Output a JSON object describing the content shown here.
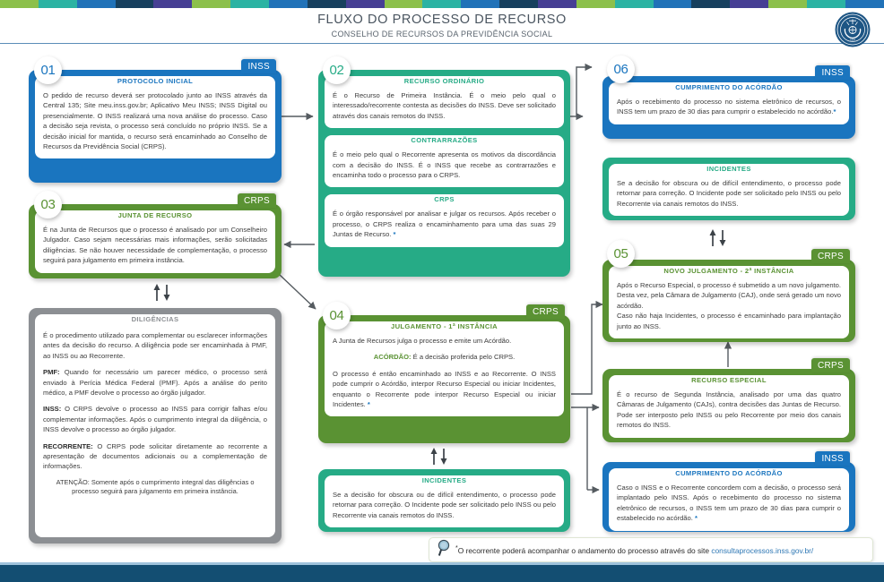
{
  "header": {
    "title": "FLUXO DO PROCESSO DE RECURSO",
    "subtitle": "CONSELHO DE RECURSOS DA PREVIDÊNCIA SOCIAL",
    "logo_icon": "crps-seal-logo"
  },
  "colors": {
    "blue": "#1a75bf",
    "teal": "#26ab86",
    "green": "#5a9233",
    "gray": "#8c8f93",
    "dark_navy": "#134e72",
    "link": "#2f78b5"
  },
  "top_stripe": [
    "#8cc04b",
    "#2bb3a3",
    "#2172b8",
    "#17405e",
    "#463f94",
    "#8cc04b",
    "#2bb3a3",
    "#2172b8",
    "#17405e",
    "#463f94",
    "#8cc04b",
    "#2bb3a3",
    "#2172b8",
    "#17405e",
    "#463f94",
    "#8cc04b",
    "#2bb3a3",
    "#2172b8",
    "#17405e",
    "#463f94",
    "#8cc04b",
    "#2bb3a3",
    "#2172b8"
  ],
  "steps": {
    "s01": {
      "number": "01",
      "org": "INSS",
      "color": "blue",
      "panels": [
        {
          "title": "PROTOCOLO INICIAL",
          "paragraphs": [
            "O pedido de recurso deverá ser protocolado junto ao INSS através da Central 135; Site meu.inss.gov.br; Aplicativo Meu INSS; INSS Digital ou presencialmente. O INSS realizará uma nova análise do processo. Caso a decisão seja revista, o processo será concluído no próprio INSS. Se a decisão inicial for mantida, o recurso será encaminhado ao Conselho de Recursos da Previdência Social (CRPS)."
          ]
        }
      ]
    },
    "s02": {
      "number": "02",
      "org": "",
      "color": "teal",
      "panels": [
        {
          "title": "RECURSO ORDINÁRIO",
          "paragraphs": [
            "É o Recurso de Primeira Instância. É o meio pelo qual o interessado/recorrente contesta as decisões do INSS. Deve ser solicitado através dos canais remotos do INSS."
          ]
        },
        {
          "title": "CONTRARRAZÕES",
          "paragraphs": [
            "É o meio pelo qual o Recorrente apresenta os motivos da discordância com a decisão do INSS. É o INSS que recebe as contrarrazões e encaminha todo o processo para o CRPS."
          ]
        },
        {
          "title": "CRPS",
          "paragraphs": [
            "É o órgão responsável por analisar e julgar os recursos. Após receber o processo, o CRPS realiza o encaminhamento para uma das suas 29 Juntas de Recurso. *"
          ]
        }
      ]
    },
    "s03": {
      "number": "03",
      "org": "CRPS",
      "color": "green",
      "panels": [
        {
          "title": "JUNTA DE RECURSO",
          "paragraphs": [
            "É na Junta de Recursos que o processo é analisado por um Conselheiro Julgador. Caso sejam necessárias mais informações, serão solicitadas diligências. Se não houver necessidade de complementação, o processo seguirá para julgamento em primeira instância."
          ]
        }
      ]
    },
    "diligencias": {
      "number": "",
      "org": "",
      "color": "gray",
      "panels": [
        {
          "title": "DILIGÊNCIAS",
          "paragraphs": [
            "É o procedimento utilizado para complementar ou esclarecer informações antes da decisão do recurso. A diligência pode ser encaminhada à PMF, ao INSS ou ao Recorrente.",
            "PMF: Quando for necessário um parecer médico, o processo será enviado à Perícia Médica Federal (PMF). Após a análise do perito médico, a PMF devolve o processo ao órgão julgador.",
            "INSS: O CRPS devolve o processo ao INSS para corrigir falhas e/ou complementar informações. Após o cumprimento integral da diligência, o INSS devolve o processo ao órgão julgador.",
            "RECORRENTE: O CRPS pode solicitar diretamente ao recorrente a apresentação de documentos adicionais ou a complementação de informações.",
            "ATENÇÃO: Somente após o cumprimento integral das diligências o processo seguirá para julgamento em primeira instância."
          ],
          "bold_leads": [
            "PMF:",
            "INSS:",
            "RECORRENTE:"
          ]
        }
      ]
    },
    "s04": {
      "number": "04",
      "org": "CRPS",
      "color": "green",
      "panels": [
        {
          "title": "JULGAMENTO - 1ª INSTÂNCIA",
          "paragraphs": [
            "A Junta de Recursos julga o processo e emite um Acórdão.",
            "ACÓRDÃO: É a decisão proferida pelo CRPS.",
            "O processo é então encaminhado ao INSS e ao Recorrente. O INSS pode cumprir o Acórdão, interpor Recurso Especial ou iniciar Incidentes, enquanto o Recorrente pode interpor Recurso Especial ou iniciar Incidentes. *"
          ]
        }
      ]
    },
    "incidentes_mid": {
      "number": "",
      "org": "",
      "color": "teal",
      "panels": [
        {
          "title": "INCIDENTES",
          "paragraphs": [
            "Se a decisão for obscura ou de difícil entendimento, o processo pode retornar para correção. O Incidente pode ser solicitado pelo INSS ou pelo Recorrente via canais remotos do INSS."
          ]
        }
      ]
    },
    "s06": {
      "number": "06",
      "org": "INSS",
      "color": "blue",
      "panels": [
        {
          "title": "CUMPRIMENTO DO ACÓRDÃO",
          "paragraphs": [
            "Após o recebimento do processo no sistema eletrônico de recursos, o INSS tem um prazo de 30 dias para cumprir o estabelecido no acórdão.*"
          ]
        }
      ]
    },
    "incidentes_right": {
      "number": "",
      "org": "",
      "color": "teal",
      "panels": [
        {
          "title": "INCIDENTES",
          "paragraphs": [
            "Se a decisão for obscura ou de difícil entendimento, o processo pode retornar para correção. O Incidente pode ser solicitado pelo INSS ou pelo Recorrente via canais remotos do INSS."
          ]
        }
      ]
    },
    "s05": {
      "number": "05",
      "org": "CRPS",
      "color": "green",
      "panels": [
        {
          "title": "NOVO JULGAMENTO - 2ª INSTÂNCIA",
          "paragraphs": [
            "Após o Recurso Especial, o processo é submetido a um novo julgamento. Desta vez, pela Câmara de Julgamento (CAJ), onde será gerado um novo acórdão.",
            "Caso não haja Incidentes, o processo é encaminhado para implantação junto ao INSS."
          ]
        }
      ]
    },
    "recurso_especial": {
      "number": "",
      "org": "CRPS",
      "color": "green",
      "panels": [
        {
          "title": "RECURSO ESPECIAL",
          "paragraphs": [
            "É o recurso de Segunda Instância, analisado por uma das quatro Câmaras de Julgamento (CAJs), contra decisões das Juntas de Recurso. Pode ser interposto pelo INSS ou pelo Recorrente por meio dos canais remotos do INSS."
          ]
        }
      ]
    },
    "cumprimento_bottom": {
      "number": "",
      "org": "INSS",
      "color": "blue",
      "panels": [
        {
          "title": "CUMPRIMENTO DO ACÓRDÃO",
          "paragraphs": [
            "Caso o INSS e o Recorrente concordem com a decisão, o processo será implantado pelo INSS. Após o recebimento do processo no sistema eletrônico de recursos, o INSS tem um prazo de 30 dias para cumprir o estabelecido no acórdão. *"
          ]
        }
      ]
    }
  },
  "footnote": {
    "icon": "magnifier-icon",
    "star": "*",
    "text": "O recorrente poderá acompanhar o andamento do processo através do site ",
    "link": "consultaprocessos.inss.gov.br/"
  }
}
